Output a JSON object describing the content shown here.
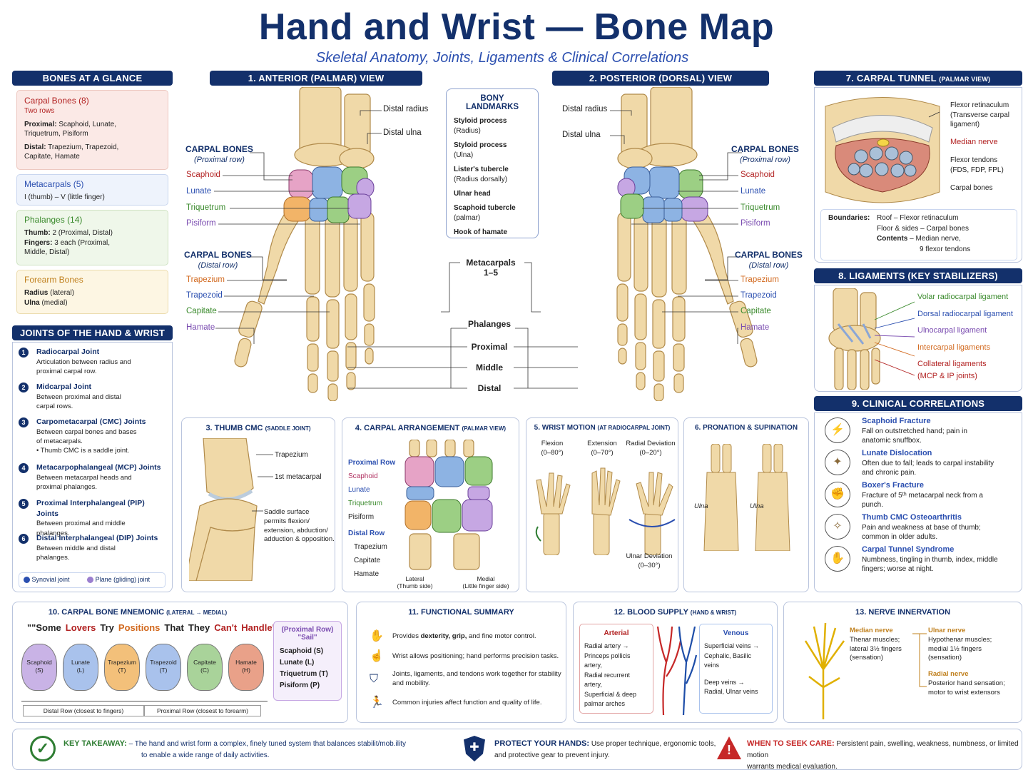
{
  "title": "Hand and Wrist — Bone Map",
  "subtitle": "Skeletal Anatomy, Joints, Ligaments & Clinical Correlations",
  "colors": {
    "navy": "#13306b",
    "red": "#b22222",
    "blue": "#2b4fb0",
    "green": "#3a8a2c",
    "orange": "#d2691e",
    "purple": "#7a4cb0"
  },
  "glance": {
    "header": "BONES AT A GLANCE",
    "carpal": {
      "title": "Carpal Bones",
      "count": "(8)",
      "sub": "Two rows",
      "l1a": "Proximal:",
      "l1b": "Scaphoid, Lunate,",
      "l2": "Triquetrum, Pisiform",
      "l3a": "Distal:",
      "l3b": "Trapezium, Trapezoid,",
      "l4": "Capitate, Hamate"
    },
    "meta": {
      "title": "Metacarpals",
      "count": "(5)",
      "l1": "I (thumb) – V (little finger)"
    },
    "phal": {
      "title": "Phalanges",
      "count": "(14)",
      "l1a": "Thumb:",
      "l1b": "2 (Proximal, Distal)",
      "l2a": "Fingers:",
      "l2b": "3 each (Proximal,",
      "l3": "Middle, Distal)"
    },
    "fore": {
      "title": "Forearm Bones",
      "l1a": "Radius",
      "l1b": "(lateral)",
      "l2a": "Ulna",
      "l2b": "(medial)"
    }
  },
  "joints": {
    "header": "JOINTS OF THE HAND & WRIST",
    "items": [
      {
        "n": "1",
        "name": "Radiocarpal Joint",
        "d1": "Articulation between radius and",
        "d2": "proximal carpal row.",
        "d3": ""
      },
      {
        "n": "2",
        "name": "Midcarpal Joint",
        "d1": "Between proximal and distal",
        "d2": "carpal rows.",
        "d3": ""
      },
      {
        "n": "3",
        "name": "Carpometacarpal (CMC) Joints",
        "d1": "Between carpal bones and bases",
        "d2": "of metacarpals.",
        "d3": "• Thumb CMC is a saddle joint."
      },
      {
        "n": "4",
        "name": "Metacarpophalangeal (MCP) Joints",
        "d1": "Between metacarpal heads and",
        "d2": "proximal phalanges.",
        "d3": ""
      },
      {
        "n": "5",
        "name": "Proximal Interphalangeal (PIP) Joints",
        "d1": "Between proximal and middle",
        "d2": "phalanges.",
        "d3": ""
      },
      {
        "n": "6",
        "name": "Distal Interphalangeal (DIP) Joints",
        "d1": "Between middle and distal",
        "d2": "phalanges.",
        "d3": ""
      }
    ],
    "legend1": "Synovial joint",
    "legend2": "Plane (gliding) joint"
  },
  "anterior": {
    "header": "1. ANTERIOR (PALMAR) VIEW",
    "distal_radius": "Distal radius",
    "distal_ulna": "Distal ulna",
    "prox_title": "CARPAL BONES",
    "prox_sub": "(Proximal row)",
    "dist_title": "CARPAL BONES",
    "dist_sub": "(Distal row)",
    "scaphoid": "Scaphoid",
    "lunate": "Lunate",
    "triquetrum": "Triquetrum",
    "pisiform": "Pisiform",
    "trapezium": "Trapezium",
    "trapezoid": "Trapezoid",
    "capitate": "Capitate",
    "hamate": "Hamate"
  },
  "posterior": {
    "header": "2. POSTERIOR (DORSAL) VIEW",
    "distal_radius": "Distal radius",
    "distal_ulna": "Distal ulna",
    "prox_title": "CARPAL BONES",
    "prox_sub": "(Proximal row)",
    "dist_title": "CARPAL BONES",
    "dist_sub": "(Distal row)",
    "scaphoid": "Scaphoid",
    "lunate": "Lunate",
    "triquetrum": "Triquetrum",
    "pisiform": "Pisiform",
    "trapezium": "Trapezium",
    "trapezoid": "Trapezoid",
    "capitate": "Capitate",
    "hamate": "Hamate"
  },
  "landmarks": {
    "title": "BONY LANDMARKS",
    "items": [
      [
        "Styloid process",
        "(Radius)"
      ],
      [
        "Styloid process",
        "(Ulna)"
      ],
      [
        "Lister's tubercle",
        "(Radius dorsally)"
      ],
      [
        "Ulnar head",
        ""
      ],
      [
        "Scaphoid tubercle",
        "(palmar)"
      ],
      [
        "Hook of hamate",
        ""
      ]
    ]
  },
  "center": {
    "metacarpals": "Metacarpals",
    "meta_range": "1–5",
    "phalanges": "Phalanges",
    "proximal": "Proximal",
    "middle": "Middle",
    "distal": "Distal"
  },
  "tunnel": {
    "header": "7. CARPAL TUNNEL",
    "header_sub": "(PALMAR VIEW)",
    "l1": "Flexor retinaculum",
    "l2": "(Transverse carpal",
    "l3": "ligament)",
    "median": "Median nerve",
    "t1": "Flexor tendons",
    "t2": "(FDS, FDP, FPL)",
    "bones": "Carpal bones",
    "b_label": "Boundaries:",
    "b1": "Roof – Flexor retinaculum",
    "b2": "Floor & sides – Carpal bones",
    "c_label": "Contents",
    "c1": "– Median nerve,",
    "c2": "9 flexor tendons"
  },
  "ligaments": {
    "header": "8. LIGAMENTS (KEY STABILIZERS)",
    "items": [
      {
        "t": "Volar radiocarpal ligament",
        "c": "#3a8a2c"
      },
      {
        "t": "Dorsal radiocarpal ligament",
        "c": "#2b4fb0"
      },
      {
        "t": "Ulnocarpal ligament",
        "c": "#7a4cb0"
      },
      {
        "t": "Intercarpal ligaments",
        "c": "#d2691e"
      },
      {
        "t": "Collateral ligaments",
        "c": "#b22222"
      }
    ],
    "collateral_sub": "(MCP & IP joints)"
  },
  "clinical": {
    "header": "9. CLINICAL CORRELATIONS",
    "items": [
      {
        "t": "Scaphoid Fracture",
        "d1": "Fall on outstretched hand; pain in",
        "d2": "anatomic snuffbox."
      },
      {
        "t": "Lunate Dislocation",
        "d1": "Often due to fall; leads to carpal instability",
        "d2": "and chronic pain."
      },
      {
        "t": "Boxer's Fracture",
        "d1": "Fracture of 5ᵗʰ metacarpal neck from a",
        "d2": "punch."
      },
      {
        "t": "Thumb CMC Osteoarthritis",
        "d1": "Pain and weakness at base of thumb;",
        "d2": "common in older adults."
      },
      {
        "t": "Carpal Tunnel Syndrome",
        "d1": "Numbness, tingling in thumb, index, middle",
        "d2": "fingers; worse at night."
      }
    ]
  },
  "thumb": {
    "title": "3. THUMB CMC",
    "title_sub": "(SADDLE JOINT)",
    "trapezium": "Trapezium",
    "meta": "1st metacarpal",
    "s1": "Saddle surface",
    "s2": "permits flexion/",
    "s3": "extension, abduction/",
    "s4": "adduction & opposition."
  },
  "arrangement": {
    "title": "4. CARPAL ARRANGEMENT",
    "title_sub": "(PALMAR VIEW)",
    "prox": "Proximal Row",
    "scaphoid": "Scaphoid",
    "lunate": "Lunate",
    "triquetrum": "Triquetrum",
    "pisiform": "Pisiform",
    "dist": "Distal Row",
    "trapezium": "Trapezium",
    "capitate": "Capitate",
    "hamate": "Hamate",
    "lateral": "Lateral",
    "lateral_sub": "(Thumb side)",
    "medial": "Medial",
    "medial_sub": "(Little finger side)"
  },
  "motion": {
    "title": "5. WRIST MOTION",
    "title_sub": "(AT RADIOCARPAL JOINT)",
    "flex": "Flexion",
    "flex_r": "(0–80°)",
    "ext": "Extension",
    "ext_r": "(0–70°)",
    "rad": "Radial Deviation",
    "rad_r": "(0–20°)",
    "uln": "Ulnar Deviation",
    "uln_r": "(0–30°)"
  },
  "pron": {
    "title": "6. PRONATION & SUPINATION",
    "u1": "Ulna",
    "u2": "Ulna"
  },
  "mnemonic": {
    "title": "10. CARPAL BONE MNEMONIC",
    "title_sub": "(LATERAL → MEDIAL)",
    "words": [
      {
        "w": "Some",
        "c": "#222"
      },
      {
        "w": "Lovers",
        "c": "#b22222"
      },
      {
        "w": "Try",
        "c": "#222"
      },
      {
        "w": "Positions",
        "c": "#d2691e"
      },
      {
        "w": "That",
        "c": "#222"
      },
      {
        "w": "They",
        "c": "#222"
      },
      {
        "w": "Can't",
        "c": "#b22222"
      },
      {
        "w": "Handle\"",
        "c": "#b22222"
      }
    ],
    "bones": [
      {
        "n": "Scaphoid",
        "a": "(S)",
        "c": "#c9b3e6"
      },
      {
        "n": "Lunate",
        "a": "(L)",
        "c": "#a9c2ec"
      },
      {
        "n": "Trapezium",
        "a": "(T)",
        "c": "#f3c07a"
      },
      {
        "n": "Trapezoid",
        "a": "(T)",
        "c": "#a9c2ec"
      },
      {
        "n": "Capitate",
        "a": "(C)",
        "c": "#a9d39a"
      },
      {
        "n": "Hamate",
        "a": "(H)",
        "c": "#e9a189"
      }
    ],
    "row1": "Distal Row (closest to fingers)",
    "row2": "Proximal Row (closest to forearm)",
    "side_t1": "(Proximal Row)",
    "side_t2": "\"Sail\"",
    "side": [
      "Scaphoid (S)",
      "Lunate (L)",
      "Triquetrum (T)",
      "Pisiform (P)"
    ]
  },
  "functional": {
    "title": "11. FUNCTIONAL SUMMARY",
    "i1a": "Provides",
    "i1b": "dexterity, grip,",
    "i1c": "and fine motor control.",
    "i2": "Wrist allows positioning; hand performs precision tasks.",
    "i3a": "Joints, ligaments, and tendons work together for stability",
    "i3b": "and mobility.",
    "i4": "Common injuries affect function and quality of life."
  },
  "blood": {
    "title": "12. BLOOD SUPPLY",
    "title_sub": "(HAND & WRIST)",
    "art": "Arterial",
    "a1": "Radial artery →",
    "a2": "Princeps pollicis artery,",
    "a3": "Radial recurrent artery,",
    "a4": "Superficial & deep",
    "a5": "palmar arches",
    "ven": "Venous",
    "v1": "Superficial veins →",
    "v2": "Cephalic, Basilic veins",
    "v3": "Deep veins →",
    "v4": "Radial, Ulnar veins"
  },
  "nerve": {
    "title": "13. NERVE INNERVATION",
    "m": "Median nerve",
    "m1": "Thenar muscles;",
    "m2": "lateral 3½ fingers",
    "m3": "(sensation)",
    "u": "Ulnar nerve",
    "u1": "Hypothenar muscles;",
    "u2": "medial 1½ fingers",
    "u3": "(sensation)",
    "r": "Radial nerve",
    "r1": "Posterior hand sensation;",
    "r2": "motor to wrist extensors"
  },
  "footer": {
    "k_label": "KEY TAKEAWAY:",
    "k1": "– The hand and wrist form a complex, finely tuned system that balances stabilit/mob.ility",
    "k2": "to enable a wide range of daily activities.",
    "p_label": "PROTECT YOUR HANDS:",
    "p1": "Use proper technique, ergonomic tools,",
    "p2": "and protective gear to prevent injury.",
    "w_label": "WHEN TO SEEK CARE:",
    "w1": "Persistent pain, swelling, weakness, numbness, or limited motion",
    "w2": "warrants medical evaluation."
  }
}
